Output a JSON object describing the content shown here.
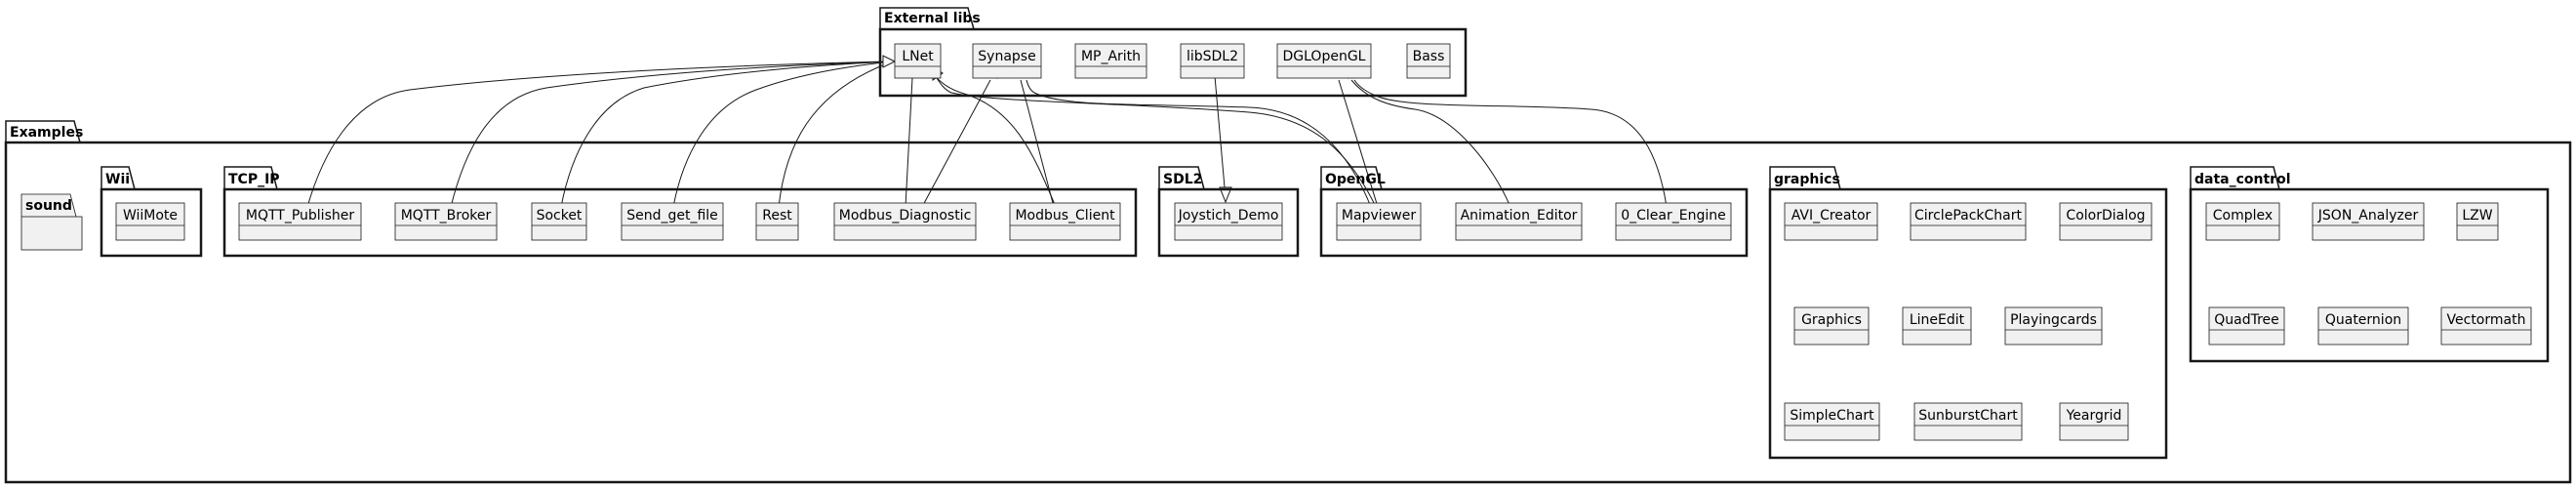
{
  "packages": {
    "external": {
      "title": "External libs",
      "classes": {
        "lnet": "LNet",
        "synapse": "Synapse",
        "mp_arith": "MP_Arith",
        "libsdl2": "libSDL2",
        "dglopengl": "DGLOpenGL",
        "bass": "Bass"
      }
    },
    "examples": {
      "title": "Examples"
    },
    "sound": {
      "title": "sound"
    },
    "wii": {
      "title": "Wii",
      "classes": {
        "wiimote": "WiiMote"
      }
    },
    "tcp_ip": {
      "title": "TCP_IP",
      "classes": {
        "mqtt_publisher": "MQTT_Publisher",
        "mqtt_broker": "MQTT_Broker",
        "socket": "Socket",
        "send_get_file": "Send_get_file",
        "rest": "Rest",
        "modbus_diagnostic": "Modbus_Diagnostic",
        "modbus_client": "Modbus_Client"
      }
    },
    "sdl2": {
      "title": "SDL2",
      "classes": {
        "joystich_demo": "Joystich_Demo"
      }
    },
    "opengl": {
      "title": "OpenGL",
      "classes": {
        "mapviewer": "Mapviewer",
        "animation_editor": "Animation_Editor",
        "clear_engine": "0_Clear_Engine"
      }
    },
    "graphics": {
      "title": "graphics",
      "classes": {
        "avi_creator": "AVI_Creator",
        "circlepackchart": "CirclePackChart",
        "colordialog": "ColorDialog",
        "graphics_cls": "Graphics",
        "lineedit": "LineEdit",
        "playingcards": "Playingcards",
        "simplechart": "SimpleChart",
        "sunburstchart": "SunburstChart",
        "yeargrid": "Yeargrid"
      }
    },
    "data_control": {
      "title": "data_control",
      "classes": {
        "complex": "Complex",
        "json_analyzer": "JSON_Analyzer",
        "lzw": "LZW",
        "quadtree": "QuadTree",
        "quaternion": "Quaternion",
        "vectormath": "Vectormath"
      }
    }
  },
  "relations": [
    {
      "from": "MQTT_Publisher",
      "to": "LNet",
      "type": "inheritance"
    },
    {
      "from": "MQTT_Broker",
      "to": "LNet",
      "type": "inheritance"
    },
    {
      "from": "Socket",
      "to": "LNet",
      "type": "inheritance"
    },
    {
      "from": "Send_get_file",
      "to": "LNet",
      "type": "inheritance"
    },
    {
      "from": "Rest",
      "to": "LNet",
      "type": "inheritance"
    },
    {
      "from": "Modbus_Diagnostic",
      "to": "LNet",
      "type": "inheritance"
    },
    {
      "from": "Modbus_Diagnostic",
      "to": "Synapse",
      "type": "inheritance"
    },
    {
      "from": "Modbus_Client",
      "to": "LNet",
      "type": "inheritance"
    },
    {
      "from": "Modbus_Client",
      "to": "Synapse",
      "type": "inheritance"
    },
    {
      "from": "Mapviewer",
      "to": "LNet",
      "type": "inheritance"
    },
    {
      "from": "Mapviewer",
      "to": "Synapse",
      "type": "inheritance"
    },
    {
      "from": "Mapviewer",
      "to": "DGLOpenGL",
      "type": "inheritance"
    },
    {
      "from": "Animation_Editor",
      "to": "DGLOpenGL",
      "type": "inheritance"
    },
    {
      "from": "0_Clear_Engine",
      "to": "DGLOpenGL",
      "type": "inheritance"
    },
    {
      "from": "libSDL2",
      "to": "Joystich_Demo",
      "type": "inheritance"
    }
  ]
}
